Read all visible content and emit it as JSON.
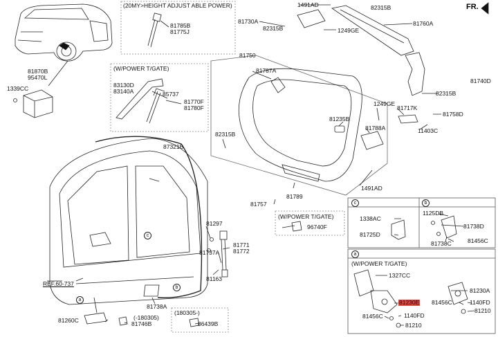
{
  "boxes": {
    "height_adjust": "(20MY>HEIGHT ADJUST ABLE POWER)",
    "power_tgate_left": "(W/POWER T/GATE)",
    "power_tgate_mid": "(W/POWER T/GATE)",
    "power_tgate_bottom": "(W/POWER T/GATE)",
    "date_180305": "(180305-)"
  },
  "circles": {
    "a": "a",
    "b": "b",
    "c": "c"
  },
  "fr_label": "FR.",
  "ref_label": "REF.60-737",
  "labels": {
    "p81785B": "81785B",
    "p81775J": "81775J",
    "p1491AD_top": "1491AD",
    "p82315B_top": "82315B",
    "p81730A": "81730A",
    "p82315B_a": "82315B",
    "p1249GE_top": "1249GE",
    "p81760A": "81760A",
    "p81870B": "81870B",
    "p95470L": "95470L",
    "p1339CC": "1339CC",
    "p81750": "81750",
    "p81787A": "81787A",
    "p81740D": "81740D",
    "p82315B_right": "82315B",
    "p83130D": "83130D",
    "p83140A": "83140A",
    "p85737": "85737",
    "p81770F": "81770F",
    "p81780F": "81780F",
    "p1249GE_mid": "1249GE",
    "p81717K": "81717K",
    "p81758D": "81758D",
    "p81235B": "81235B",
    "p11403C": "11403C",
    "p81788A": "81788A",
    "p82315B_left": "82315B",
    "p87321B": "87321B",
    "p1491AD_bot": "1491AD",
    "p81789": "81789",
    "p81757": "81757",
    "p96740F": "96740F",
    "p81297": "81297",
    "p1338AC": "1338AC",
    "p81725D": "81725D",
    "p1125DB": "1125DB",
    "p81738D": "81738D",
    "p81738C": "81738C",
    "p81456C_b": "81456C",
    "p81771": "81771",
    "p81772": "81772",
    "p81737A": "81737A",
    "p81163": "81163",
    "p1327CC": "1327CC",
    "p81230E": "81230E",
    "p81230A": "81230A",
    "p81456C_c": "81456C",
    "p1140FD_r": "1140FD",
    "p1140FD_m": "1140FD",
    "p81456C_m": "81456C",
    "p81210_r": "81210",
    "p81210_m": "81210",
    "p81738A": "81738A",
    "p81260C": "81260C",
    "p81746B": "81746B",
    "p180305_paren": "(-180305)",
    "p86439B": "86439B"
  },
  "colors": {
    "highlight": "#e8413a",
    "line": "#222222",
    "box": "#888888"
  }
}
